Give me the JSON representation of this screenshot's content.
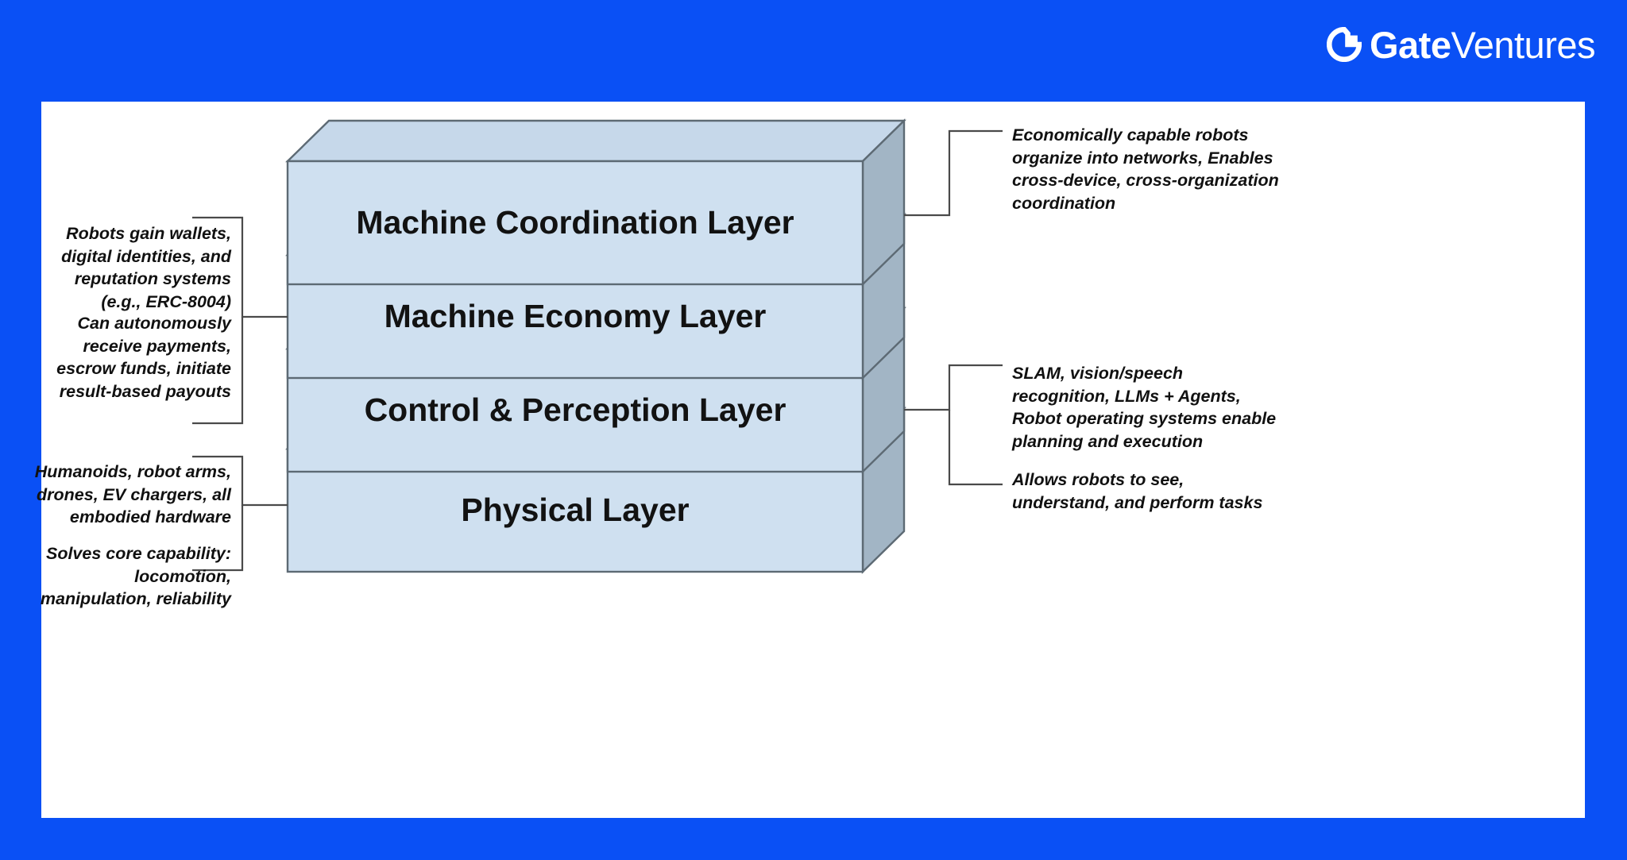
{
  "brand": {
    "logo_icon": "gate-circle-logomark",
    "name_bold": "Gate",
    "name_light": "Ventures",
    "color": "#ffffff"
  },
  "theme": {
    "background": "#0a50f5",
    "panel": "#ffffff",
    "slab_front": "#cfe0f0",
    "slab_top": "#c6d8ea",
    "slab_side": "#a2b5c5",
    "slab_outline": "#5d6a74",
    "leader_line": "#4a4a4a",
    "text": "#111111"
  },
  "diagram": {
    "type": "layered-stack",
    "layers": [
      {
        "id": "machine-coordination",
        "label": "Machine Coordination Layer",
        "order": 4
      },
      {
        "id": "machine-economy",
        "label": "Machine Economy Layer",
        "order": 3
      },
      {
        "id": "control-perception",
        "label": "Control & Perception Layer",
        "order": 2
      },
      {
        "id": "physical",
        "label": "Physical Layer",
        "order": 1
      }
    ],
    "annotations": [
      {
        "id": "coordination-note",
        "side": "right",
        "layer": "machine-coordination",
        "text": "Economically capable robots\norganize into networks, Enables\ncross-device, cross-organization\ncoordination"
      },
      {
        "id": "economy-note-identity",
        "side": "left",
        "layer": "machine-economy",
        "text": "Robots gain wallets,\ndigital identities, and\nreputation systems\n(e.g., ERC-8004)"
      },
      {
        "id": "economy-note-payments",
        "side": "left",
        "layer": "machine-economy",
        "text": "Can autonomously\nreceive payments,\nescrow funds, initiate\nresult-based payouts"
      },
      {
        "id": "perception-note-stack",
        "side": "right",
        "layer": "control-perception",
        "text": "SLAM, vision/speech\nrecognition, LLMs + Agents,\nRobot operating systems enable\nplanning and execution"
      },
      {
        "id": "perception-note-capability",
        "side": "right",
        "layer": "control-perception",
        "text": "Allows robots to see,\nunderstand, and perform tasks"
      },
      {
        "id": "physical-note-hardware",
        "side": "left",
        "layer": "physical",
        "text": "Humanoids, robot arms,\ndrones, EV chargers, all\nembodied hardware"
      },
      {
        "id": "physical-note-capability",
        "side": "left",
        "layer": "physical",
        "text": "Solves core capability:\nlocomotion,\nmanipulation, reliability"
      }
    ]
  }
}
